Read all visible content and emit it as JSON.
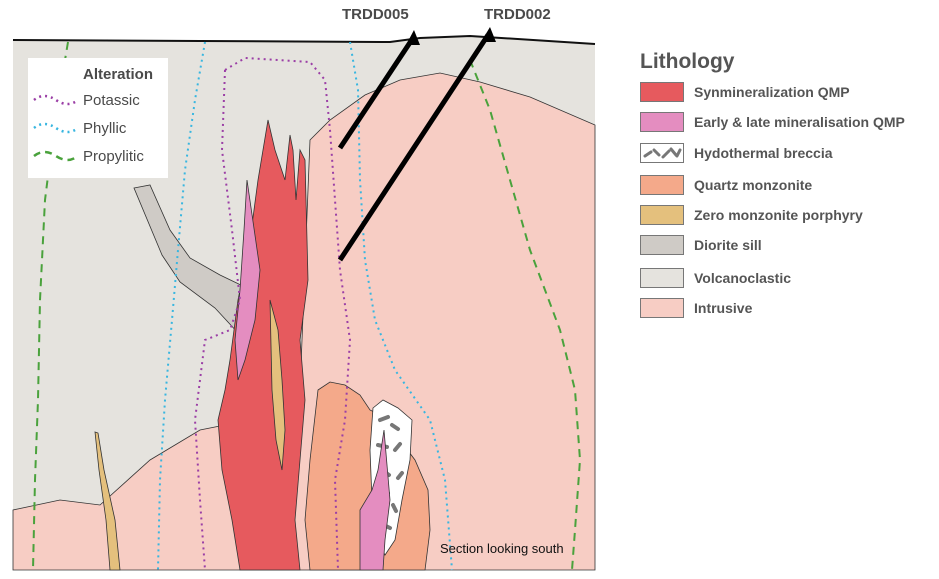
{
  "drillholes": [
    {
      "id": "TRDD005"
    },
    {
      "id": "TRDD002"
    }
  ],
  "alteration_legend": {
    "title": "Alteration",
    "items": [
      {
        "label": "Potassic",
        "color": "#9b3fa6",
        "style": "dotted"
      },
      {
        "label": "Phyllic",
        "color": "#38b6e0",
        "style": "dotted"
      },
      {
        "label": "Propylitic",
        "color": "#4aa23c",
        "style": "dashed"
      }
    ]
  },
  "lithology_legend": {
    "title": "Lithology",
    "items": [
      {
        "label": "Synmineralization QMP",
        "color": "#e65a5e"
      },
      {
        "label": "Early & late mineralisation QMP",
        "color": "#e48dc0"
      },
      {
        "label": "Hydothermal breccia",
        "color": "#ffffff",
        "pattern": "breccia"
      },
      {
        "label": "Quartz monzonite",
        "color": "#f4a98a"
      },
      {
        "label": "Zero monzonite porphyry",
        "color": "#e4c07d"
      },
      {
        "label": "Diorite sill",
        "color": "#cfcbc6"
      },
      {
        "label": "Volcanoclastic",
        "color": "#e5e3de"
      },
      {
        "label": "Intrusive",
        "color": "#f7cdc4"
      }
    ]
  },
  "caption": "Section looking south"
}
